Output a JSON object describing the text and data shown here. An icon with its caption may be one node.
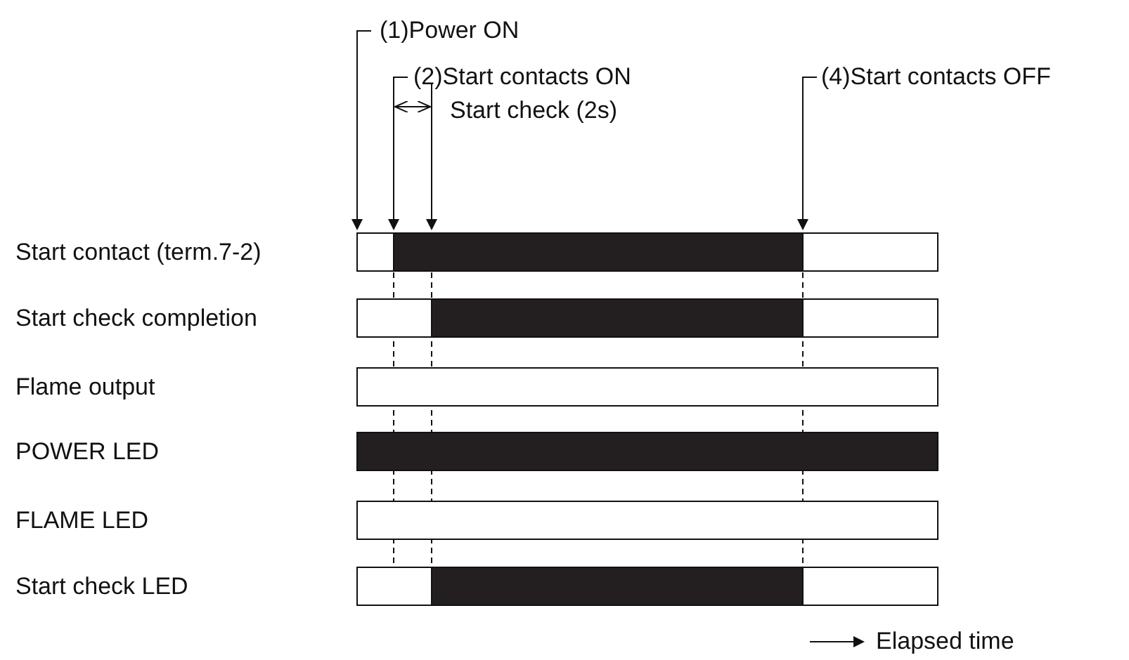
{
  "diagram": {
    "labels": [
      "(1)Power ON",
      "(2)Start contacts ON",
      "(4)Start contacts OFF",
      "Start check (2s)",
      "Start contact (term.7-2)",
      "Start check completion",
      "Flame output",
      "POWER LED",
      "FLAME LED",
      "Start check LED",
      "Elapsed time"
    ]
  }
}
